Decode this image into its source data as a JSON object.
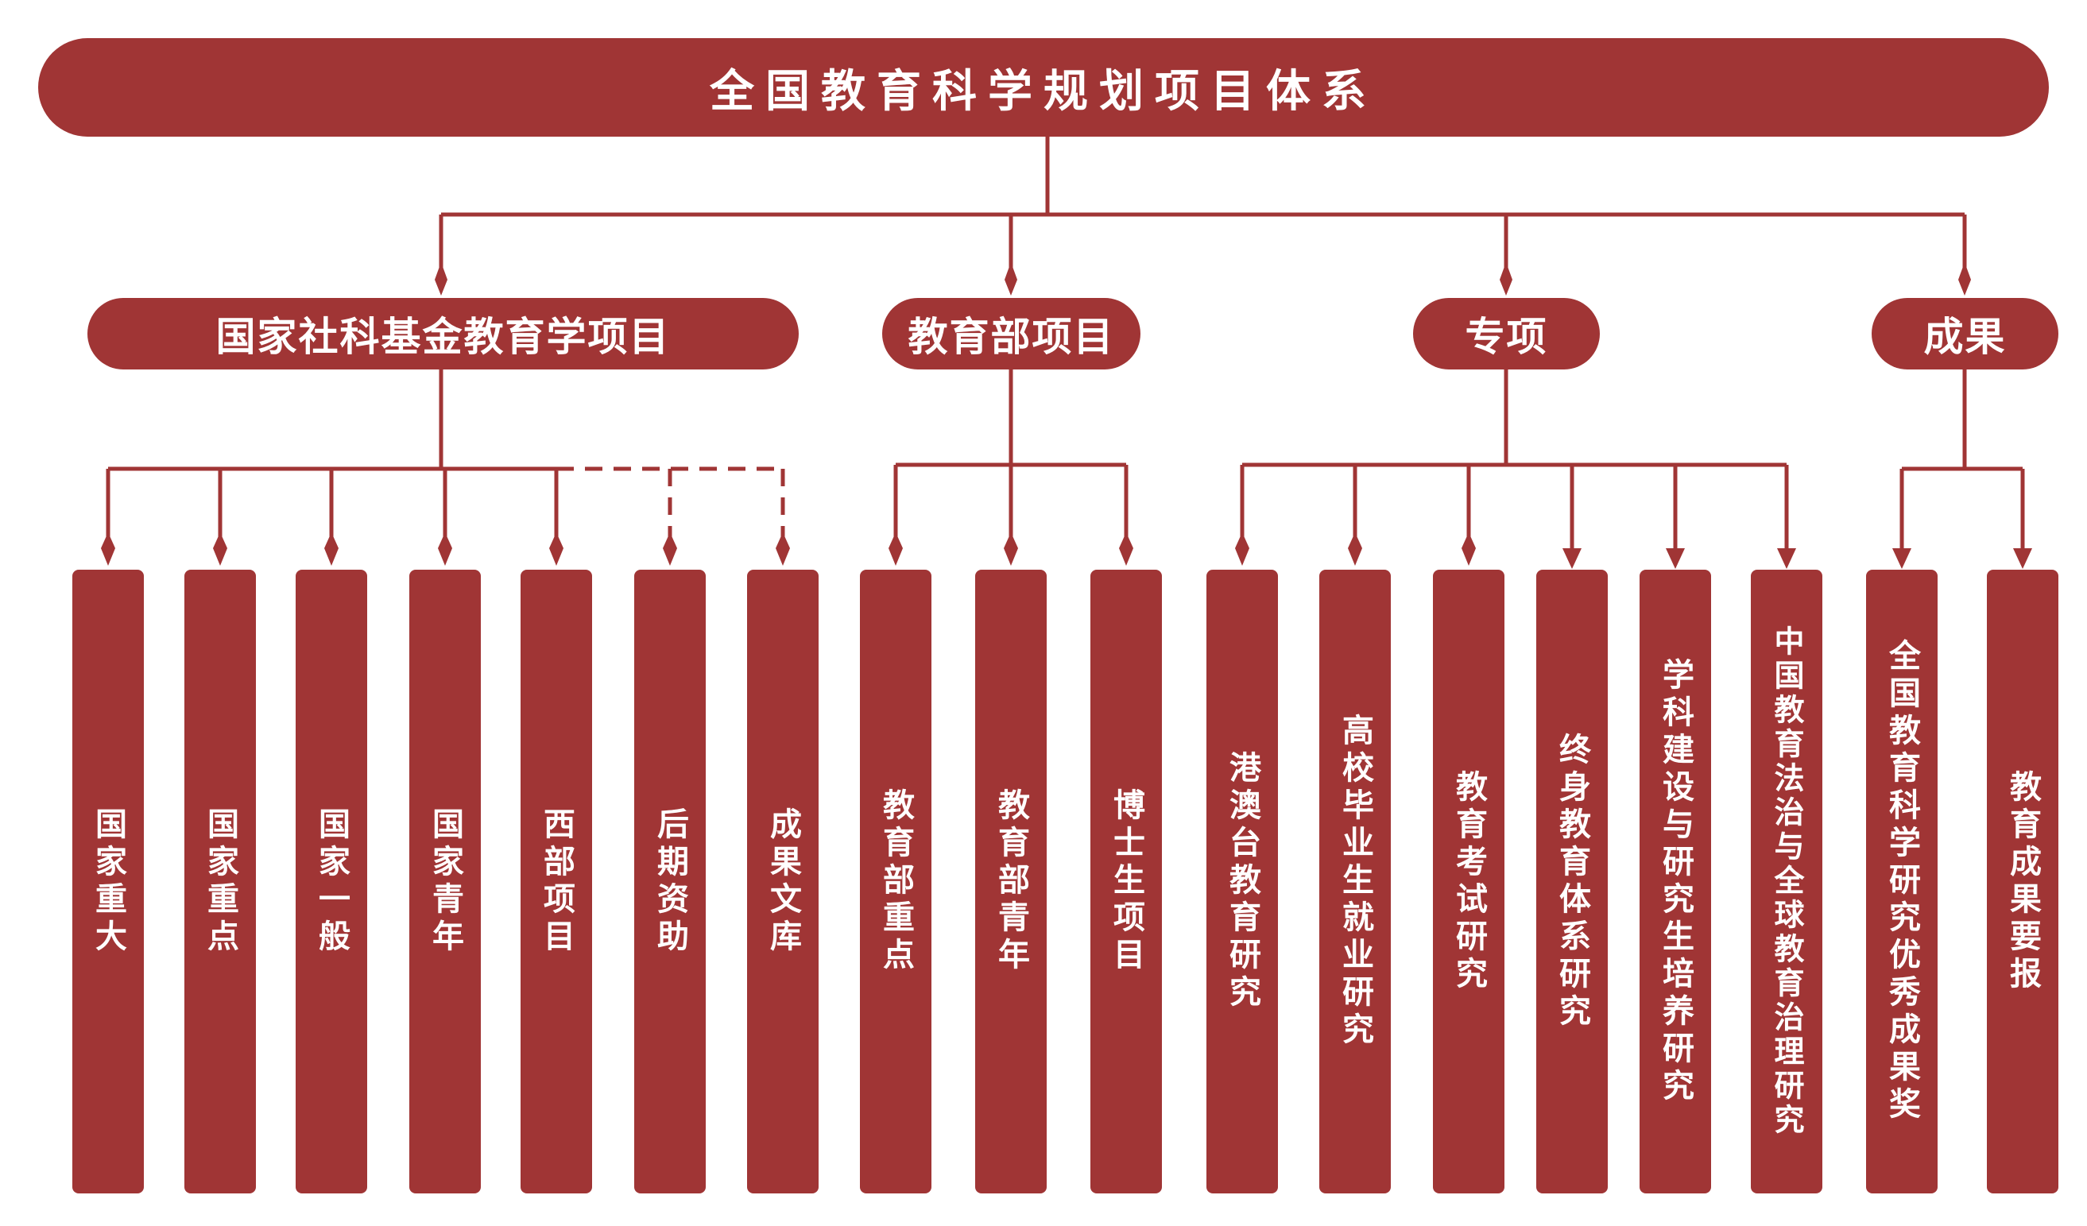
{
  "colors": {
    "primary": "#a03535",
    "background": "#ffffff",
    "text": "#ffffff"
  },
  "root": {
    "label": "全国教育科学规划项目体系"
  },
  "categories": [
    {
      "label": "国家社科基金教育学项目",
      "items": [
        "国家重大",
        "国家重点",
        "国家一般",
        "国家青年",
        "西部项目",
        "后期资助",
        "成果文库"
      ]
    },
    {
      "label": "教育部项目",
      "items": [
        "教育部重点",
        "教育部青年",
        "博士生项目"
      ]
    },
    {
      "label": "专项",
      "items": [
        "港澳台教育研究",
        "高校毕业生就业研究",
        "教育考试研究",
        "终身教育体系研究",
        "学科建设与研究生培养研究",
        "中国教育法治与全球教育治理研究"
      ]
    },
    {
      "label": "成果",
      "items": [
        "全国教育科学研究优秀成果奖",
        "教育成果要报"
      ]
    }
  ]
}
